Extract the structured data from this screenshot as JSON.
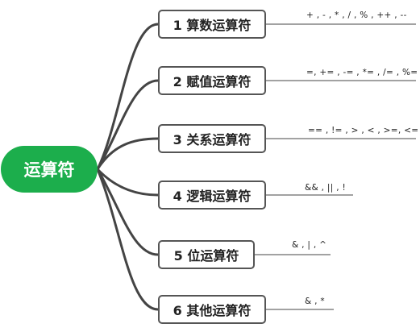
{
  "root": {
    "label": "运算符"
  },
  "branches": [
    {
      "label": "1 算数运算符",
      "operators": "+ , - , * , / , % , ++ , --"
    },
    {
      "label": "2 赋值运算符",
      "operators": "=, +=  , -= , *= , /= , %="
    },
    {
      "label": "3 关系运算符",
      "operators": "== , != , > , < , >=, <="
    },
    {
      "label": "4 逻辑运算符",
      "operators": "&& , || , !"
    },
    {
      "label": "5 位运算符",
      "operators": "& , | , ^"
    },
    {
      "label": "6 其他运算符",
      "operators": "& , *"
    }
  ],
  "colors": {
    "root_fill": "#1cae4c",
    "line": "#444444",
    "node_border": "#555555"
  }
}
